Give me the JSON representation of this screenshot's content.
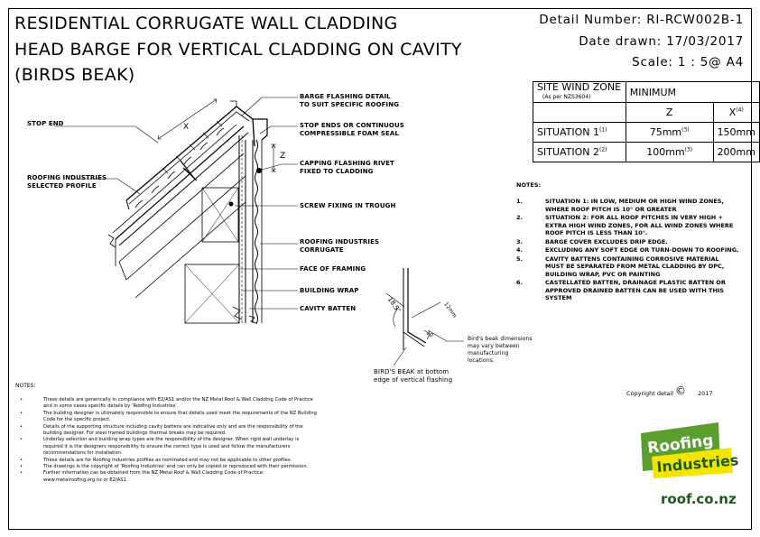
{
  "title": {
    "line1": "RESIDENTIAL CORRUGATE WALL CLADDING",
    "line2": "HEAD BARGE FOR VERTICAL CLADDING ON CAVITY",
    "line3": "(BIRDS BEAK)"
  },
  "header": {
    "detail_number": "Detail Number:  RI-RCW002B-1",
    "date_drawn": "Date drawn:  17/03/2017",
    "scale": "Scale:  1 : 5@ A4"
  },
  "wind_table": {
    "site_wind_zone": "SITE WIND ZONE",
    "as_per": "(As per NZS3604)",
    "minimum": "MINIMUM",
    "z": "Z",
    "x": "X",
    "x_sup": "(4)",
    "row1_label": "SITUATION 1",
    "row1_sup": "(1)",
    "row1_z": "75mm",
    "row1_z_sup": "(3)",
    "row1_x": "150mm",
    "row2_label": "SITUATION 2",
    "row2_sup": "(2)",
    "row2_z": "100mm",
    "row2_z_sup": "(3)",
    "row2_x": "200mm"
  },
  "notes_heading": "NOTES:",
  "notes": [
    {
      "n": "1.",
      "text": [
        "SITUATION 1: IN LOW, MEDIUM OR HIGH WIND ZONES,",
        "WHERE ROOF PITCH IS 10° OR GREATER"
      ]
    },
    {
      "n": "2.",
      "text": [
        "SITUATION 2: FOR ALL ROOF PITCHES IN VERY HIGH +",
        "EXTRA HIGH WIND ZONES, FOR ALL WIND ZONES WHERE",
        "ROOF PITCH IS LESS THAN 10°."
      ]
    },
    {
      "n": "3.",
      "text": [
        "BARGE COVER EXCLUDES DRIP EDGE."
      ]
    },
    {
      "n": "4.",
      "text": [
        "EXCLUDING ANY SOFT EDGE OR TURN-DOWN TO ROOFING."
      ]
    },
    {
      "n": "5.",
      "text": [
        "CAVITY BATTENS CONTAINING CORROSIVE MATERIAL",
        "MUST BE SEPARATED FROM METAL CLADDING BY DPC,",
        "BUILDING WRAP, PVC OR PAINTING"
      ]
    },
    {
      "n": "6.",
      "text": [
        "CASTELLATED BATTEN, DRAINAGE PLASTIC BATTEN OR",
        "APPROVED DRAINED BATTEN CAN BE USED WITH THIS",
        "SYSTEM"
      ]
    }
  ],
  "labels": {
    "stop_end": "STOP END",
    "barge_flashing": [
      "BARGE FLASHING DETAIL",
      "TO SUIT SPECIFIC ROOFING"
    ],
    "stop_ends_foam": [
      "STOP ENDS OR CONTINUOUS",
      "COMPRESSIBLE FOAM SEAL"
    ],
    "capping_rivet": [
      "CAPPING FLASHING RIVET",
      "FIXED TO CLADDING"
    ],
    "roofing_selected": [
      "ROOFING INDUSTRIES",
      "SELECTED PROFILE"
    ],
    "screw_fixing": "SCREW FIXING IN TROUGH",
    "ri_corrugate": [
      "ROOFING INDUSTRIES",
      "CORRUGATE"
    ],
    "face_framing": "FACE OF FRAMING",
    "building_wrap": "BUILDING WRAP",
    "cavity_batten": "CAVITY BATTEN",
    "dim_x": "X",
    "dim_z": "Z",
    "dim_10": "10",
    "dim_18": "18.5°",
    "dim_12mm": "12mm",
    "birds_beak_label": [
      "BIRD'S BEAK at bottom",
      "edge of vertical flashing"
    ],
    "birds_beak_note": [
      "Bird's beak dimensions",
      "may vary between",
      "manufacturing",
      "locations."
    ]
  },
  "bottom_notes_heading": "NOTES:",
  "bottom_notes": [
    "These details are generically in compliance with E2/AS1 and/or the NZ Metal Roof & Wall Cladding Code of Practice",
    "and in some cases specific details by 'Roofing Industries'.",
    "The building designer is ultimately responsible to ensure that details used meet the requirements of the NZ Building",
    "Code for the specific project.",
    "Details of the supporting structure including cavity battens are indicative only and are the responsibility of the",
    "building designer.  For steel framed buildings thermal breaks may be required.",
    "Underlay selection and building wrap types are the responsibility of the designer. When rigid wall underlay is",
    "required it is the designers responsibility to ensure the correct type is used and follow the manufacturers",
    "recommendations for installation.",
    "These details are for Roofing Industries profiles as nominated and may not be applicable to other profiles.",
    "The drawings is the copyright of 'Roofing Industries' and can only be copied or reproduced with their permission.",
    "Further information can be obtained from the NZ Metal Roof & Wall Cladding Code of Practice:",
    "www.metalroofing.org.nz or E2/AS1."
  ],
  "copyright": "Copyright detail",
  "copyright_symbol": "©",
  "copyright_year": "2017",
  "logo": {
    "line1": "Roofing",
    "line2": "Industries",
    "url": "roof.co.nz",
    "green": "#5a9e2f",
    "yellow": "#f2e600",
    "dark": "#1e5a1e"
  }
}
